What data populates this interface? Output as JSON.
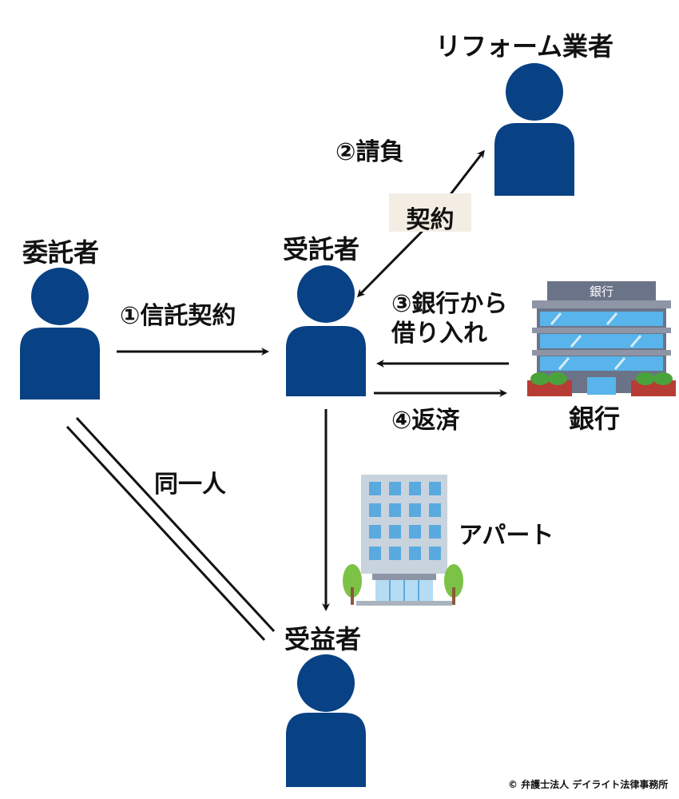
{
  "actors": {
    "settlor": "委託者",
    "trustee": "受託者",
    "beneficiary": "受益者",
    "contractor": "リフォーム業者",
    "bank": "銀行"
  },
  "flows": {
    "trust_contract": "①信託契約",
    "construction": "②請負",
    "contract_badge": "契約",
    "borrow_line1": "③銀行から",
    "borrow_line2": "借り入れ",
    "repay": "④返済",
    "same_person": "同一人"
  },
  "building": {
    "bank_sign": "銀行",
    "apartment_label": "アパート"
  },
  "copyright": "© 弁護士法人 デイライト法律事務所",
  "colors": {
    "person": "#084184",
    "badge_bg": "#f4ede4",
    "arrow": "#111111",
    "bank_frame": "#6b7388",
    "bank_glass": "#58b4ea",
    "brick": "#b63c35",
    "tree": "#7cc246",
    "apartment_wall": "#c9d3de",
    "apartment_window": "#5aa9df"
  }
}
